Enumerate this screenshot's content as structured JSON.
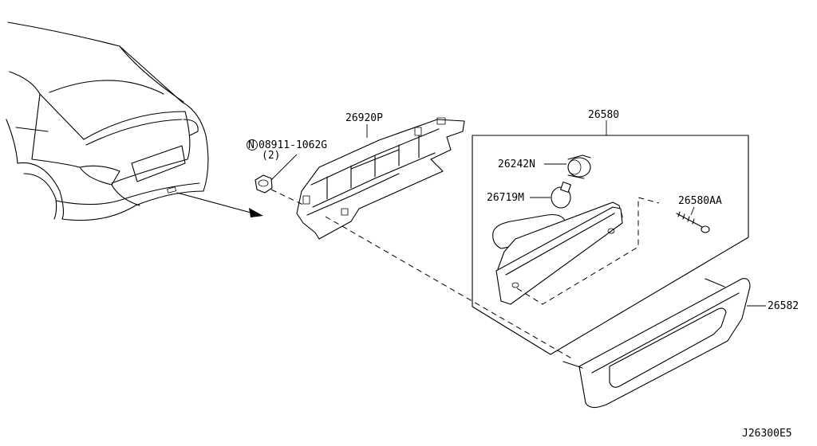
{
  "labels": {
    "bracket": "26920P",
    "nut_part": "08911-1062G",
    "nut_symbol": "N",
    "nut_qty": "(2)",
    "lamp_assembly": "26580",
    "socket": "26242N",
    "bulb": "26719M",
    "screw": "26580AA",
    "finisher": "26582",
    "diagram_code": "J26300E5"
  }
}
